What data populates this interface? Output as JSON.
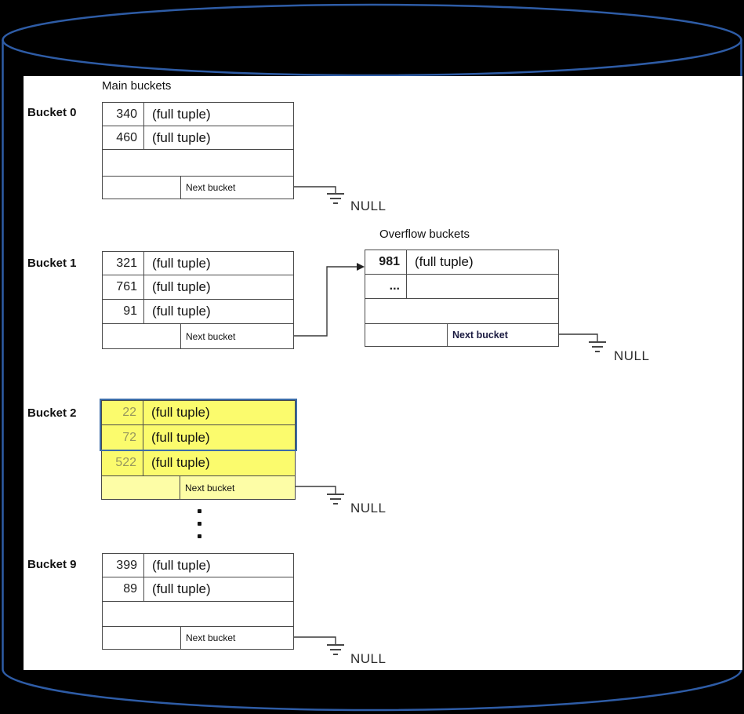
{
  "labels": {
    "main_buckets": "Main buckets",
    "overflow_buckets": "Overflow buckets",
    "next_bucket": "Next bucket",
    "null": "NULL"
  },
  "colors": {
    "background": "#000000",
    "cylinder_outline": "#2e5ca6",
    "panel": "#ffffff",
    "table_border": "#4a4a4a",
    "highlight_fill": "#fbfb6d",
    "highlight_border": "#3c6da8"
  },
  "buckets": {
    "bucket0": {
      "label": "Bucket 0",
      "rows": [
        {
          "key": "340",
          "value": "(full tuple)"
        },
        {
          "key": "460",
          "value": "(full tuple)"
        }
      ]
    },
    "bucket1": {
      "label": "Bucket 1",
      "rows": [
        {
          "key": "321",
          "value": "(full tuple)"
        },
        {
          "key": "761",
          "value": "(full tuple)"
        },
        {
          "key": "91",
          "value": "(full tuple)"
        }
      ]
    },
    "bucket2": {
      "label": "Bucket 2",
      "rows": [
        {
          "key": "22",
          "value": "(full tuple)"
        },
        {
          "key": "72",
          "value": "(full tuple)"
        },
        {
          "key": "522",
          "value": "(full tuple)"
        }
      ]
    },
    "bucket9": {
      "label": "Bucket 9",
      "rows": [
        {
          "key": "399",
          "value": "(full tuple)"
        },
        {
          "key": "89",
          "value": "(full tuple)"
        }
      ]
    },
    "overflow": {
      "rows": [
        {
          "key": "981",
          "value": "(full tuple)"
        },
        {
          "key": "...",
          "value": ""
        }
      ]
    }
  }
}
